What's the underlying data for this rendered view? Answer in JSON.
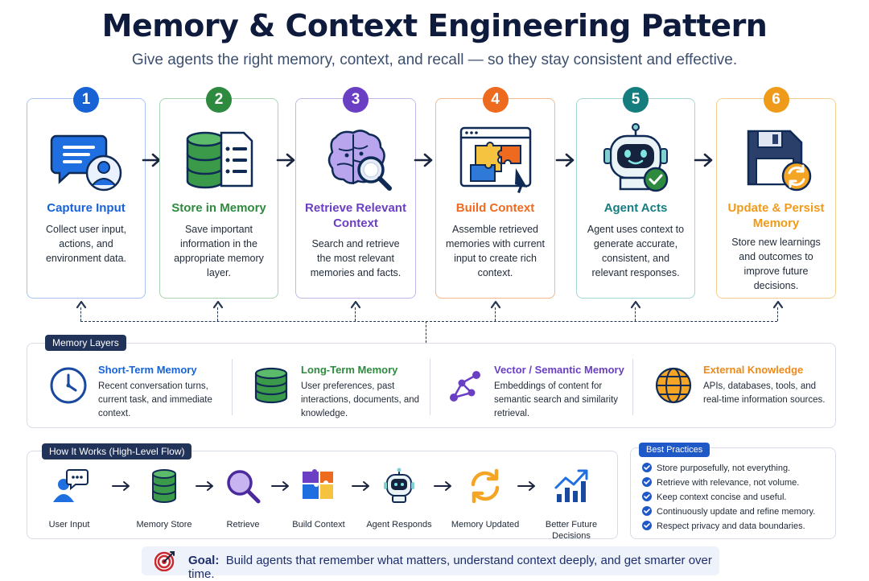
{
  "title": "Memory & Context Engineering Pattern",
  "subtitle": "Give agents the right memory, context, and recall — so they stay consistent and effective.",
  "steps": [
    {
      "num": "1",
      "title": "Capture Input",
      "desc": "Collect user input, actions, and environment data.",
      "color": "#1763d6"
    },
    {
      "num": "2",
      "title": "Store in Memory",
      "desc": "Save important information in the appropriate memory layer.",
      "color": "#2e8a3e"
    },
    {
      "num": "3",
      "title": "Retrieve Relevant Context",
      "desc": "Search and retrieve the most relevant memories and facts.",
      "color": "#6b3fc4"
    },
    {
      "num": "4",
      "title": "Build Context",
      "desc": "Assemble retrieved memories with current input to create rich context.",
      "color": "#ee6a1f"
    },
    {
      "num": "5",
      "title": "Agent Acts",
      "desc": "Agent uses context to generate accurate, consistent, and relevant responses.",
      "color": "#167d7f"
    },
    {
      "num": "6",
      "title": "Update & Persist Memory",
      "desc": "Store new learnings and outcomes to improve future decisions.",
      "color": "#f09a1a"
    }
  ],
  "memory_layers": {
    "tag": "Memory Layers",
    "items": [
      {
        "title": "Short-Term Memory",
        "desc": "Recent conversation turns, current task, and immediate context.",
        "color": "#1763d6"
      },
      {
        "title": "Long-Term Memory",
        "desc": "User preferences, past interactions, documents, and knowledge.",
        "color": "#2e8a3e"
      },
      {
        "title": "Vector / Semantic Memory",
        "desc": "Embeddings of content for semantic search and similarity retrieval.",
        "color": "#6b3fc4"
      },
      {
        "title": "External Knowledge",
        "desc": "APIs, databases, tools, and real-time information sources.",
        "color": "#ee8a1a"
      }
    ]
  },
  "how_it_works": {
    "tag": "How It Works (High-Level Flow)",
    "items": [
      "User Input",
      "Memory Store",
      "Retrieve",
      "Build Context",
      "Agent Responds",
      "Memory Updated",
      "Better Future Decisions"
    ]
  },
  "best_practices": {
    "tag": "Best Practices",
    "items": [
      "Store purposefully, not everything.",
      "Retrieve with relevance, not volume.",
      "Keep context concise and useful.",
      "Continuously update and refine memory.",
      "Respect privacy and data boundaries."
    ]
  },
  "goal": {
    "label": "Goal:",
    "text": "Build agents that remember what matters, understand context deeply, and get smarter over time."
  },
  "icons": {
    "steps": [
      "chat-user-icon",
      "database-list-icon",
      "brain-search-icon",
      "puzzle-window-icon",
      "robot-check-icon",
      "save-sync-icon"
    ],
    "layers": [
      "clock-icon",
      "database-icon",
      "network-nodes-icon",
      "globe-icon"
    ],
    "flow": [
      "user-chat-icon",
      "database-icon",
      "magnifier-icon",
      "puzzle-icon",
      "robot-icon",
      "refresh-icon",
      "growth-chart-icon"
    ],
    "goal": "target-icon"
  }
}
